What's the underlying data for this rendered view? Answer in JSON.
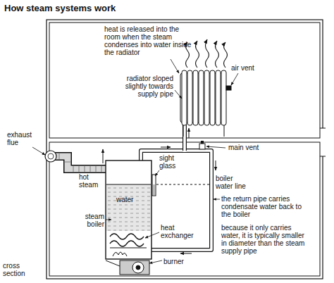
{
  "diagram": {
    "title": "How steam systems work",
    "labels": [
      "heat is released into the room when the steam condenses into water inside the radiator",
      "air vent",
      "radiator sloped slightly towards supply pipe",
      "exhaust flue",
      "hot steam",
      "main vent",
      "sight glass",
      "water",
      "boiler water line",
      "the return pipe carries condensate water back to the boiler",
      "because it only carries water, it is typically smaller in diameter than the steam supply pipe",
      "steam boiler",
      "heat exchanger",
      "burner",
      "cross section"
    ]
  }
}
